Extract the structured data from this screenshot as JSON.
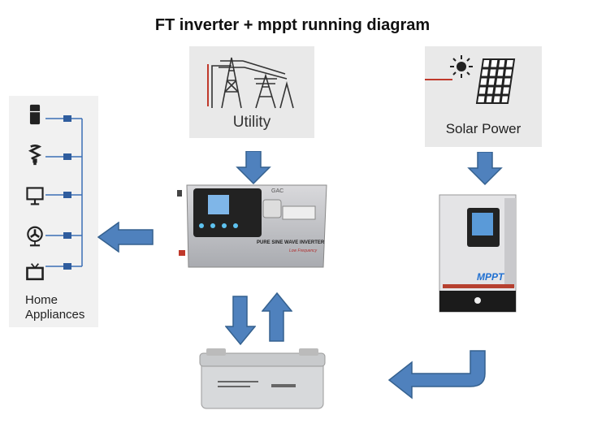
{
  "title": "FT inverter + mppt running diagram",
  "utility": {
    "label": "Utility"
  },
  "solar": {
    "label": "Solar Power"
  },
  "home": {
    "label_line1": "Home",
    "label_line2": "Appliances"
  },
  "inverter": {
    "text_main": "PURE SINE WAVE INVERTER",
    "text_sub": "Low Frequency",
    "brand": "GAC"
  },
  "mppt": {
    "text_main": "MPPT"
  },
  "colors": {
    "arrow_fill": "#4f81bd",
    "arrow_stroke": "#35618f",
    "panel_bg": "#e9e9e9",
    "plug_cable": "#3b6fb6"
  }
}
